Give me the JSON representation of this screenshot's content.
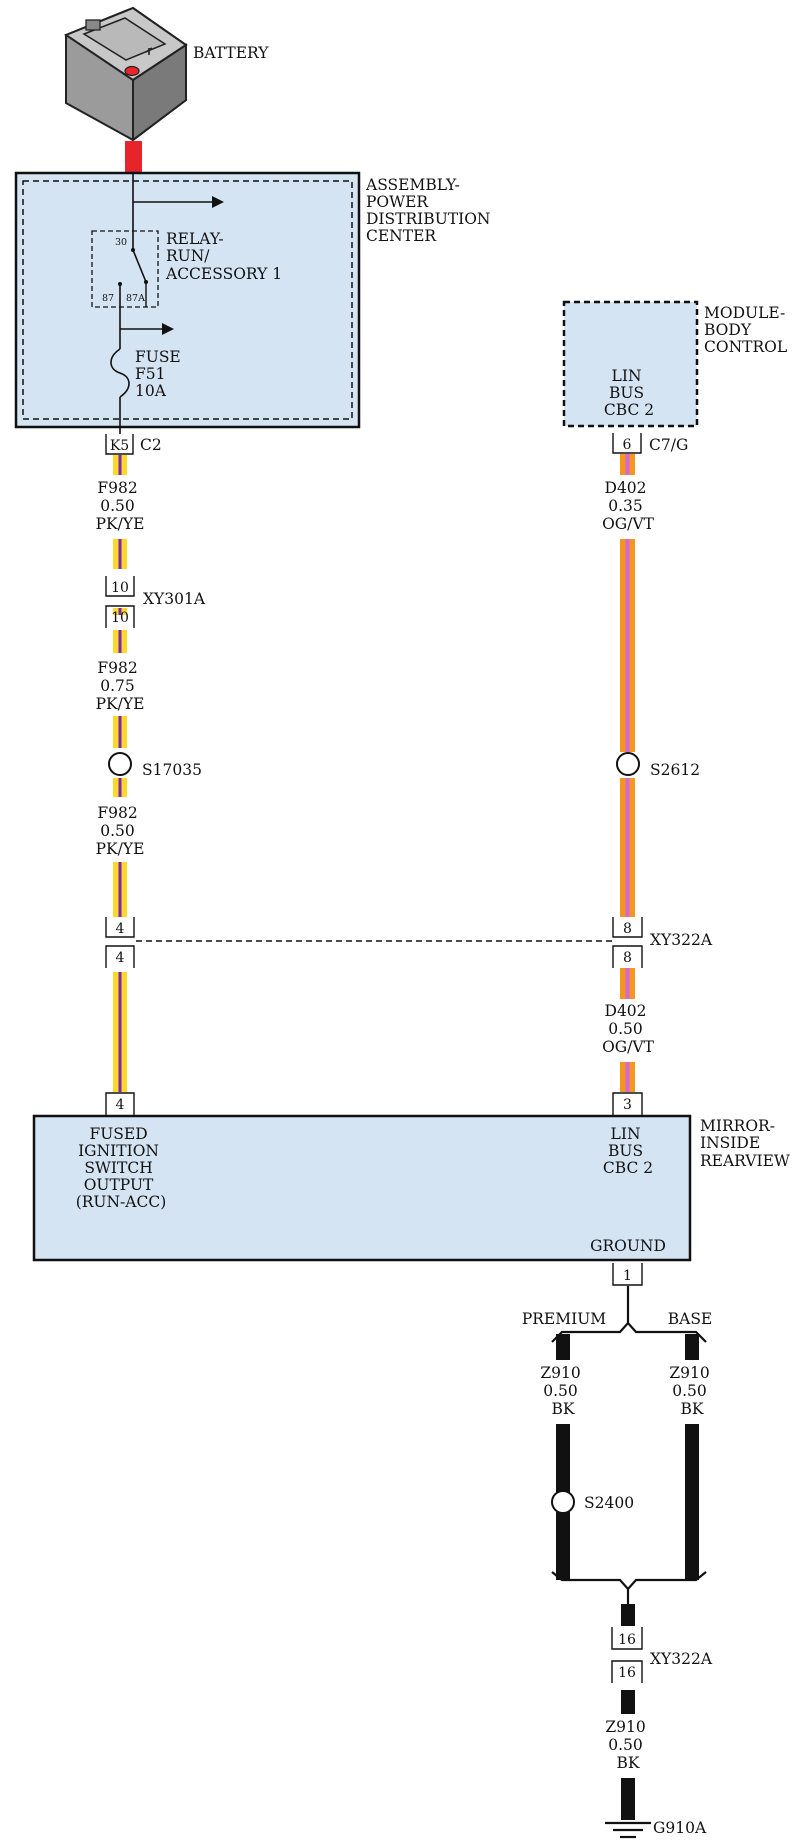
{
  "colors": {
    "box_fill": "#d5e4f3",
    "wire_pk_ye_main": "#ffd82b",
    "wire_pk_ye_stripe": "#7a2aa8",
    "wire_og_vt_main": "#f5961f",
    "wire_og_vt_stripe": "#d16ad8",
    "wire_bk": "#111111",
    "battery_cable": "#e8242b"
  },
  "icons": {
    "battery": "battery-icon",
    "ground": "ground-symbol-icon",
    "splice": "splice-icon",
    "fuse": "fuse-icon"
  },
  "battery": {
    "label": "BATTERY"
  },
  "pdc": {
    "label_lines": [
      "ASSEMBLY-",
      "POWER",
      "DISTRIBUTION",
      "CENTER"
    ],
    "relay": {
      "label_lines": [
        "RELAY-",
        "RUN/",
        "ACCESSORY 1"
      ],
      "pin_30": "30",
      "pin_87": "87",
      "pin_87a": "87A"
    },
    "fuse": {
      "label_lines": [
        "FUSE",
        "F51",
        "10A"
      ]
    },
    "connector": {
      "pin": "K5",
      "name": "C2"
    }
  },
  "bcm": {
    "label_lines": [
      "MODULE-",
      "BODY",
      "CONTROL"
    ],
    "inner_lines": [
      "LIN",
      "BUS",
      "CBC 2"
    ],
    "connector": {
      "pin": "6",
      "name": "C7/G"
    }
  },
  "left_circuit": {
    "wire1": [
      "F982",
      "0.50",
      "PK/YE"
    ],
    "inline1": {
      "pin_top": "10",
      "pin_bottom": "10",
      "name": "XY301A"
    },
    "wire2": [
      "F982",
      "0.75",
      "PK/YE"
    ],
    "splice": "S17035",
    "wire3": [
      "F982",
      "0.50",
      "PK/YE"
    ],
    "inline2": {
      "pin_top": "4",
      "pin_bottom": "4"
    },
    "mirror_pin": "4"
  },
  "right_circuit": {
    "wire1": [
      "D402",
      "0.35",
      "OG/VT"
    ],
    "splice": "S2612",
    "inline": {
      "pin_top": "8",
      "pin_bottom": "8",
      "name": "XY322A"
    },
    "wire2": [
      "D402",
      "0.50",
      "OG/VT"
    ],
    "mirror_pin": "3"
  },
  "mirror": {
    "label_lines": [
      "MIRROR-",
      "INSIDE",
      "REARVIEW"
    ],
    "left_lines": [
      "FUSED",
      "IGNITION",
      "SWITCH",
      "OUTPUT",
      "(RUN-ACC)"
    ],
    "right_lines": [
      "LIN",
      "BUS",
      "CBC 2"
    ],
    "ground_label": "GROUND",
    "ground_pin": "1"
  },
  "ground_circuit": {
    "premium_label": "PREMIUM",
    "base_label": "BASE",
    "premium_wire": [
      "Z910",
      "0.50",
      "BK"
    ],
    "base_wire": [
      "Z910",
      "0.50",
      "BK"
    ],
    "splice": "S2400",
    "inline": {
      "pin_top": "16",
      "pin_bottom": "16",
      "name": "XY322A"
    },
    "wire_final": [
      "Z910",
      "0.50",
      "BK"
    ],
    "ground_point": "G910A"
  }
}
